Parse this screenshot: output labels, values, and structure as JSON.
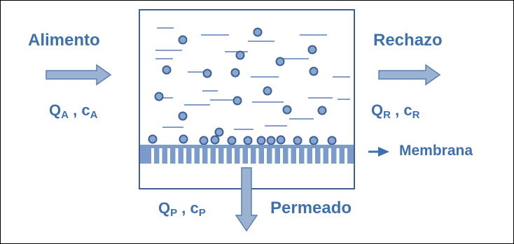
{
  "colors": {
    "label": "#3e70ad",
    "arrow_fill": "#9bb2d3",
    "arrow_stroke": "#5a7fb0",
    "membrane": "#7b9ccb",
    "particle_fill": "#86a7d2",
    "particle_stroke": "#3e5f93",
    "dash": "#5b7fb5"
  },
  "labels": {
    "feed": "Alimento",
    "reject": "Rechazo",
    "membrane": "Membrana",
    "permeate": "Permeado"
  },
  "flows": {
    "feed": {
      "q": "Q",
      "q_sub": "A",
      "sep": " , ",
      "c": "c",
      "c_sub": "A"
    },
    "reject": {
      "q": "Q",
      "q_sub": "R",
      "sep": " , ",
      "c": "c",
      "c_sub": "R"
    },
    "permeate": {
      "q": "Q",
      "q_sub": "P",
      "sep": " , ",
      "c": "c",
      "c_sub": "P"
    }
  },
  "icons": {
    "feed_arrow": "arrow-right-icon",
    "reject_arrow": "arrow-right-icon",
    "permeate_arrow": "arrow-down-icon",
    "membrane_pointer": "arrow-right-icon"
  }
}
